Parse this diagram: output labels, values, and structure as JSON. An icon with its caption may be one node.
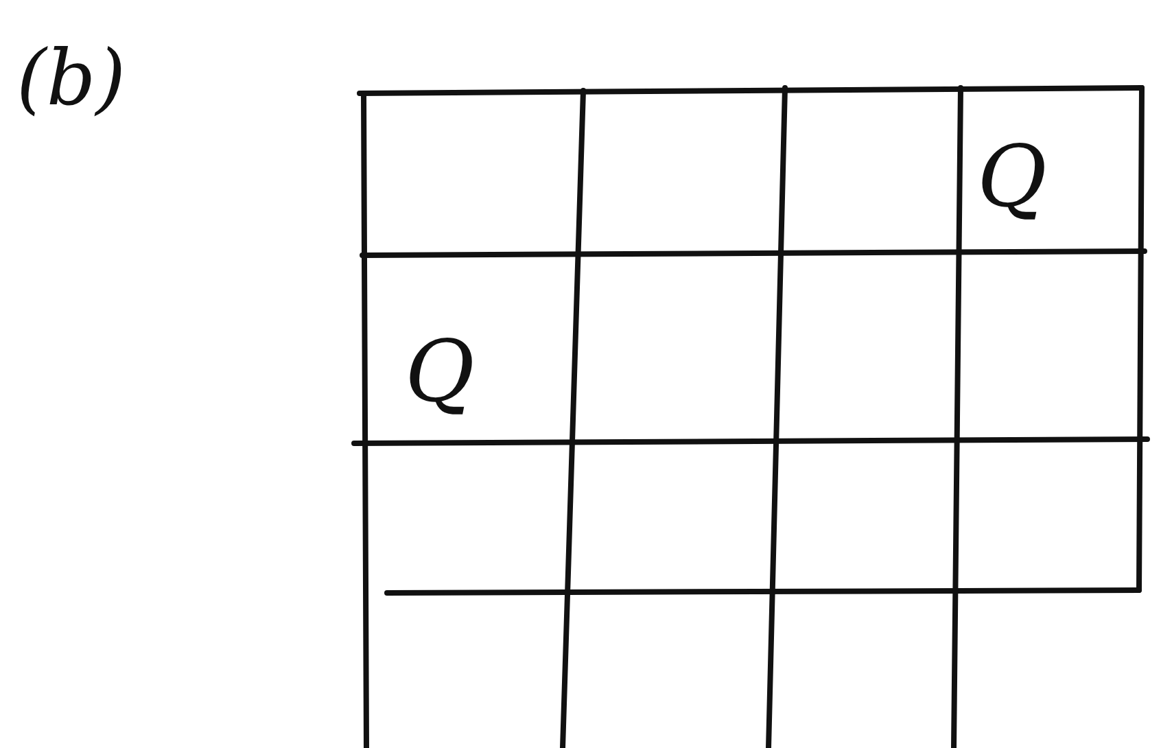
{
  "diagram": {
    "labels": [
      "(b)",
      "Q",
      "Q"
    ]
  }
}
